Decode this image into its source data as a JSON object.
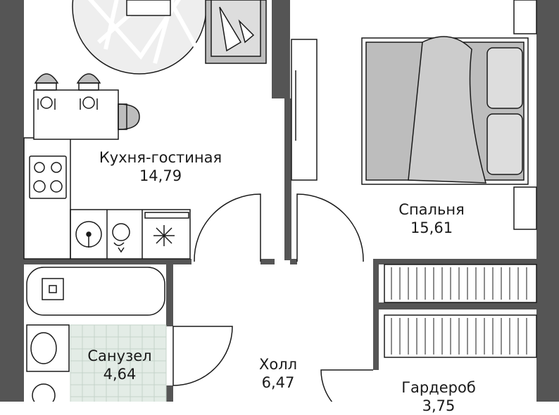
{
  "rooms": [
    {
      "id": "kitchen",
      "name": "Кухня-гостиная",
      "area": "14,79"
    },
    {
      "id": "bedroom",
      "name": "Спальня",
      "area": "15,61"
    },
    {
      "id": "bathroom",
      "name": "Санузел",
      "area": "4,64"
    },
    {
      "id": "hall",
      "name": "Холл",
      "area": "6,47"
    },
    {
      "id": "wardrobe",
      "name": "Гардероб",
      "area": "3,75"
    }
  ],
  "colors": {
    "wall": "#555555",
    "line": "#1a1a1a",
    "furniture": "#bdbdbd",
    "tile": "#e3ece6",
    "rug": "#eeeeee"
  }
}
